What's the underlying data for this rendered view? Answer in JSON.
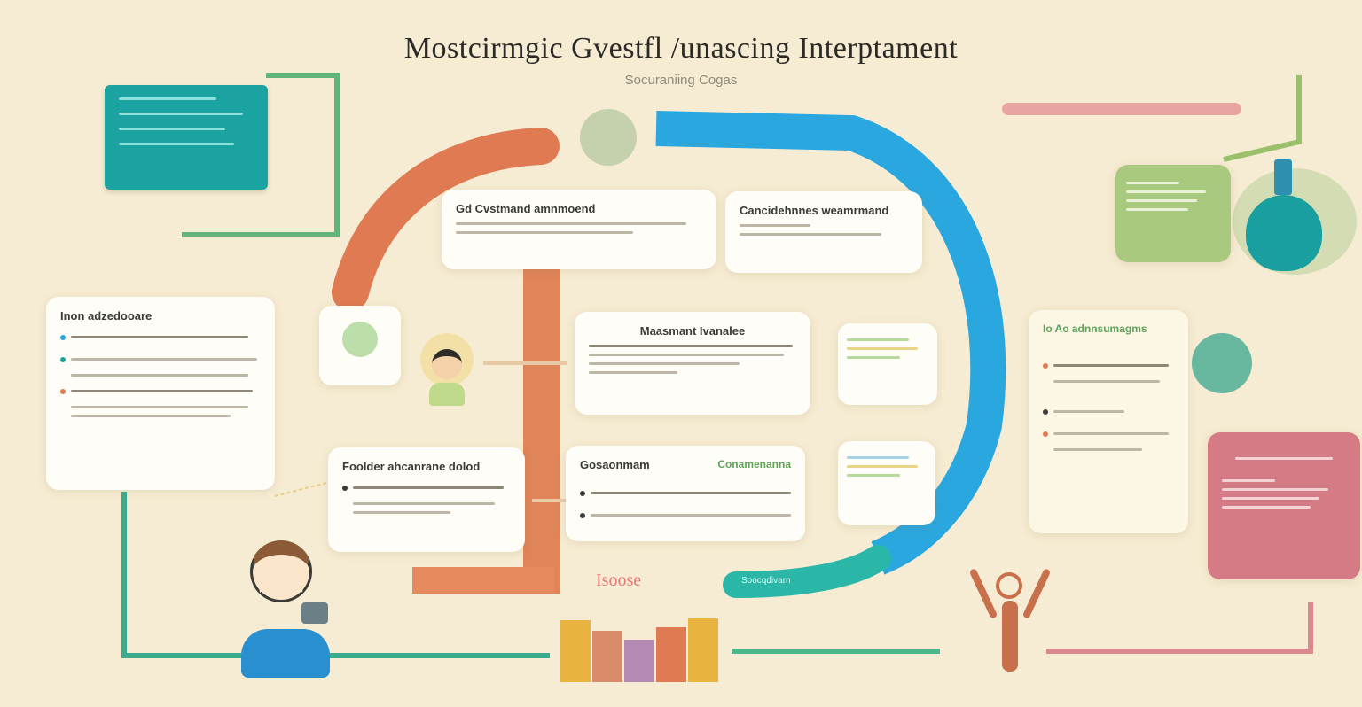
{
  "header": {
    "title": "Mostcirmgic Gvestfl /unascing Interptament",
    "subtitle": "Socuraniing Cogas"
  },
  "labels": {
    "orange_label": "Isoose",
    "left_card_title": "Inon adzedooare",
    "top_center_card_title": "Gd Cvstmand amnmoend",
    "top_right_card_title": "Cancidehnnes weamrmand",
    "middle_card_title": "Maasmant Ivanalee",
    "lower_left_card_title": "Foolder ahcanrane dolod",
    "lower_center_card_title": "Gosaonmam",
    "lower_center_card_tag": "Conamenanna",
    "right_card_title": "Io Ao adnnsumagms",
    "bottom_arrow_label": "Soocqdivarn"
  },
  "colors": {
    "teal": "#1aa3a0",
    "orange": "#e07a52",
    "blue": "#2aa7df",
    "green": "#8fbf6a",
    "pink": "#d47b86",
    "background": "#f6ecd3"
  },
  "icons": [
    "person-icon",
    "person-arms-up-icon",
    "chart-icon",
    "document-icon",
    "leaf-icon",
    "potion-icon",
    "monitor-icon"
  ]
}
